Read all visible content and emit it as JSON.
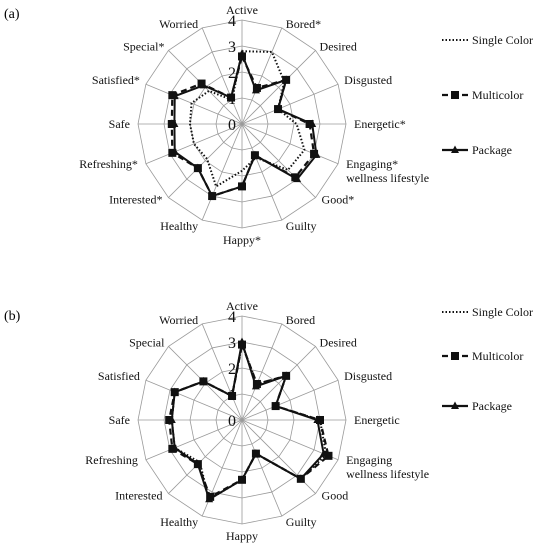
{
  "chart_data": [
    {
      "type": "radar",
      "panel_label": "(a)",
      "axes": [
        "Active",
        "Bored*",
        "Desired",
        "Disgusted",
        "Energetic*",
        "Engaging* wellness lifestyle",
        "Good*",
        "Guilty",
        "Happy*",
        "Healthy",
        "Interested*",
        "Refreshing*",
        "Safe",
        "Satisfied*",
        "Special*",
        "Worried"
      ],
      "rlim": [
        0,
        4
      ],
      "ticks": [
        "0",
        "1",
        "2",
        "3",
        "4"
      ],
      "grid": true,
      "legend_position": "right",
      "series": [
        {
          "name": "Single Color",
          "style": "dotted",
          "values": [
            2.8,
            3.0,
            2.3,
            1.5,
            2.1,
            2.6,
            2.5,
            1.4,
            1.8,
            2.6,
            1.9,
            2.0,
            2.0,
            2.1,
            1.8,
            1.0
          ]
        },
        {
          "name": "Multicolor",
          "style": "dashed",
          "marker": "square",
          "values": [
            2.6,
            1.5,
            2.4,
            1.5,
            2.6,
            3.0,
            2.9,
            1.3,
            2.4,
            3.0,
            2.4,
            2.9,
            2.7,
            2.9,
            2.2,
            1.1
          ]
        },
        {
          "name": "Package",
          "style": "solid",
          "marker": "triangle",
          "values": [
            2.7,
            1.4,
            2.4,
            1.5,
            2.7,
            3.1,
            3.0,
            1.3,
            2.4,
            3.0,
            2.4,
            2.8,
            2.6,
            2.8,
            2.1,
            1.1
          ]
        }
      ]
    },
    {
      "type": "radar",
      "panel_label": "(b)",
      "axes": [
        "Active",
        "Bored",
        "Desired",
        "Disgusted",
        "Energetic",
        "Engaging wellness lifestyle",
        "Good",
        "Guilty",
        "Happy",
        "Healthy",
        "Interested",
        "Refreshing",
        "Safe",
        "Satisfied",
        "Special",
        "Worried"
      ],
      "rlim": [
        0,
        4
      ],
      "ticks": [
        "0",
        "1",
        "2",
        "3",
        "4"
      ],
      "grid": true,
      "legend_position": "right",
      "series": [
        {
          "name": "Single Color",
          "style": "dotted",
          "values": [
            2.9,
            1.5,
            2.4,
            1.4,
            3.0,
            3.5,
            3.2,
            1.4,
            2.3,
            3.3,
            2.3,
            2.8,
            2.7,
            2.8,
            2.1,
            1.0
          ]
        },
        {
          "name": "Multicolor",
          "style": "dashed",
          "marker": "square",
          "values": [
            2.9,
            1.5,
            2.4,
            1.4,
            3.0,
            3.6,
            3.2,
            1.4,
            2.3,
            3.2,
            2.4,
            2.9,
            2.8,
            2.8,
            2.1,
            1.0
          ]
        },
        {
          "name": "Package",
          "style": "solid",
          "marker": "triangle",
          "values": [
            3.0,
            1.4,
            2.4,
            1.4,
            2.9,
            3.4,
            3.2,
            1.4,
            2.3,
            3.3,
            2.4,
            2.8,
            2.7,
            2.8,
            2.1,
            1.0
          ]
        }
      ]
    }
  ]
}
